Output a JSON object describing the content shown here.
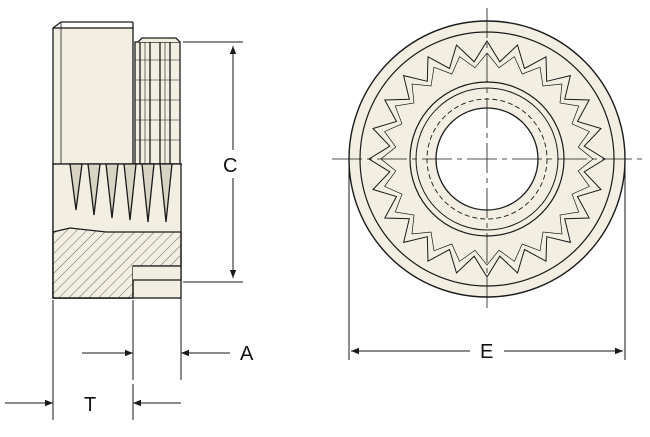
{
  "drawing": {
    "labels": {
      "c": "C",
      "a": "A",
      "t": "T",
      "e": "E"
    },
    "colors": {
      "line": "#1a1a1a",
      "part_fill": "#f2efe2",
      "hatch": "#555555",
      "background": "#ffffff"
    }
  }
}
